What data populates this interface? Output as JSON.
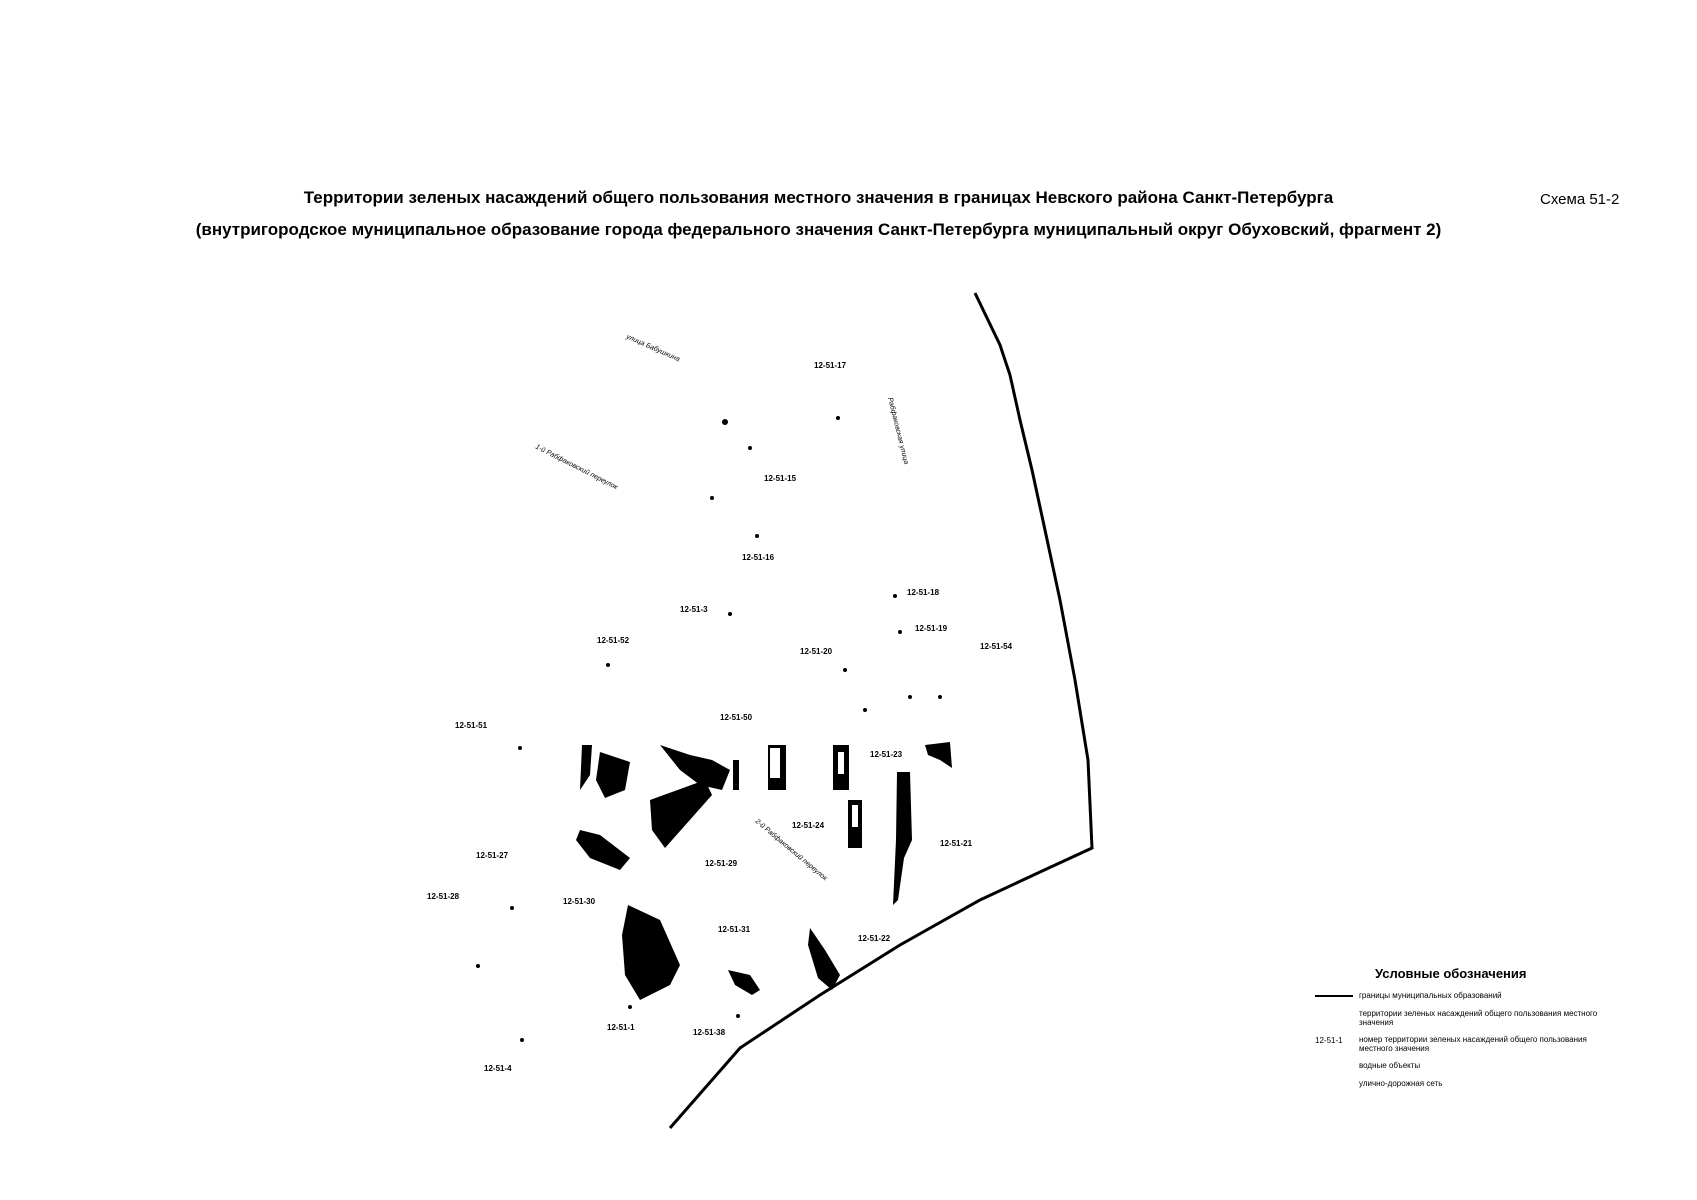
{
  "header": {
    "title_line1": "Территории зеленых насаждений общего пользования местного значения в границах Невского района Санкт-Петербурга",
    "title_line2": "(внутригородское муниципальное образование города федерального значения Санкт-Петербурга муниципальный округ Обуховский, фрагмент 2)",
    "scheme": "Схема 51-2"
  },
  "map": {
    "streets": [
      "улица Бабушкина",
      "1-й Рабфаковский переулок",
      "Рабфаковская улица",
      "2-й Рабфаковский переулок"
    ],
    "territories": [
      "12-51-17",
      "12-51-15",
      "12-51-16",
      "12-51-18",
      "12-51-3",
      "12-51-19",
      "12-51-52",
      "12-51-20",
      "12-51-54",
      "12-51-51",
      "12-51-50",
      "12-51-23",
      "12-51-24",
      "12-51-21",
      "12-51-27",
      "12-51-29",
      "12-51-28",
      "12-51-30",
      "12-51-31",
      "12-51-22",
      "12-51-1",
      "12-51-38",
      "12-51-4"
    ]
  },
  "legend": {
    "title": "Условные обозначения",
    "items": [
      {
        "symbol": "",
        "text": "границы муниципальных образований"
      },
      {
        "symbol": "",
        "text": "территории зеленых насаждений общего пользования местного значения"
      },
      {
        "symbol": "12-51-1",
        "text": "номер территории зеленых насаждений общего пользования местного значения"
      },
      {
        "symbol": "",
        "text": "водные объекты"
      },
      {
        "symbol": "",
        "text": "улично-дорожная сеть"
      }
    ]
  }
}
